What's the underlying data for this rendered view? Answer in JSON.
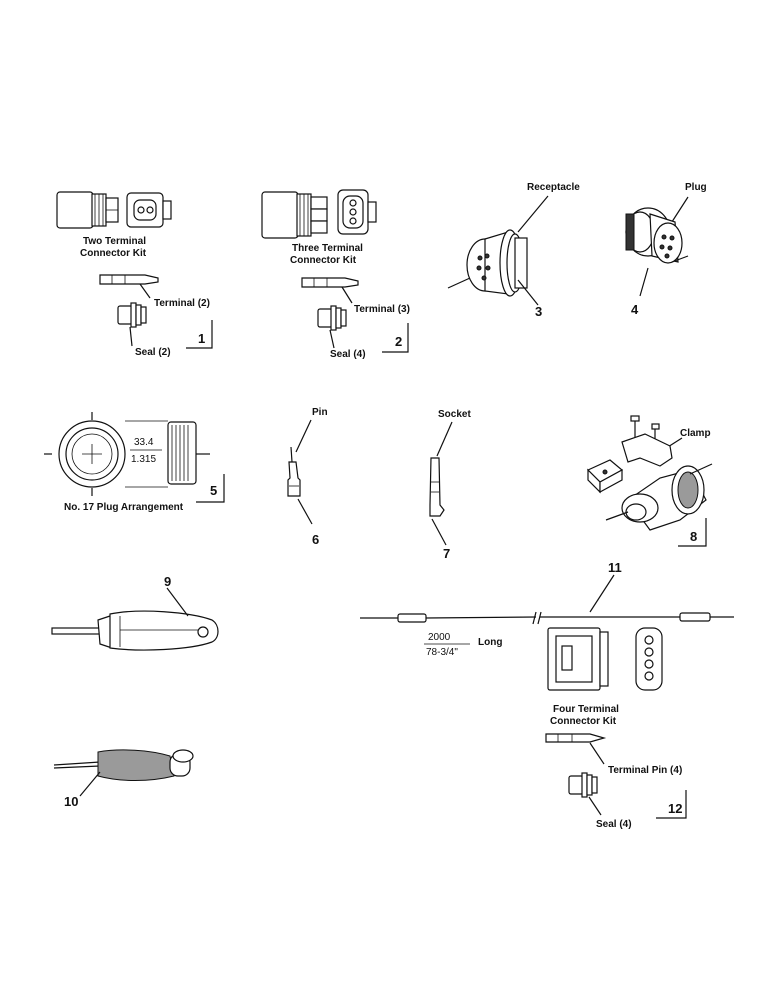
{
  "items": {
    "two_terminal_kit": {
      "label_line1": "Two Terminal",
      "label_line2": "Connector Kit",
      "terminal": "Terminal (2)",
      "seal": "Seal (2)",
      "number": "1"
    },
    "three_terminal_kit": {
      "label_line1": "Three Terminal",
      "label_line2": "Connector Kit",
      "terminal": "Terminal (3)",
      "seal": "Seal (4)",
      "number": "2"
    },
    "receptacle": {
      "label": "Receptacle",
      "number": "3"
    },
    "plug": {
      "label": "Plug",
      "number": "4"
    },
    "plug_arrangement": {
      "dim_mm": "33.4",
      "dim_in": "1.315",
      "label": "No. 17 Plug Arrangement",
      "number": "5"
    },
    "pin": {
      "label": "Pin",
      "number": "6"
    },
    "socket": {
      "label": "Socket",
      "number": "7"
    },
    "clamp": {
      "label": "Clamp",
      "number": "8"
    },
    "tool_9": {
      "number": "9"
    },
    "tool_10": {
      "number": "10"
    },
    "cable": {
      "number": "11",
      "dim_mm": "2000",
      "dim_in": "78-3/4\"",
      "long": "Long"
    },
    "four_terminal_kit": {
      "label_line1": "Four Terminal",
      "label_line2": "Connector Kit",
      "terminal_pin": "Terminal Pin (4)",
      "seal": "Seal (4)",
      "number": "12"
    }
  }
}
